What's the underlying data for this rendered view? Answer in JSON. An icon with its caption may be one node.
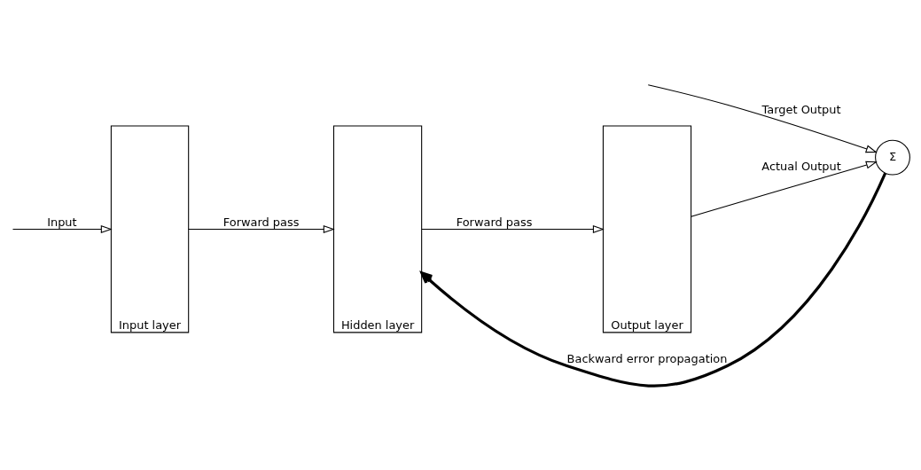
{
  "diagram": {
    "nodes": [
      {
        "text": [
          "Input layer"
        ]
      },
      {
        "text": [
          "Hidden layer"
        ]
      },
      {
        "text": [
          "Output layer"
        ]
      },
      {
        "text": [
          "Σ"
        ]
      }
    ],
    "edges": [
      {
        "from": null,
        "to": 0,
        "arrow": "to",
        "label": "Input"
      },
      {
        "from": 0,
        "to": 1,
        "arrow": "to",
        "label": "Forward pass"
      },
      {
        "from": 1,
        "to": 2,
        "arrow": "to",
        "label": "Forward pass"
      },
      {
        "from": 2,
        "to": 3,
        "arrow": "to",
        "label": "Actual Output"
      },
      {
        "from": null,
        "to": 3,
        "arrow": "to",
        "label": "Target Output"
      },
      {
        "from": 3,
        "to": 1,
        "arrow": "to",
        "label": "Backward error propagation",
        "style": "thick"
      }
    ]
  }
}
